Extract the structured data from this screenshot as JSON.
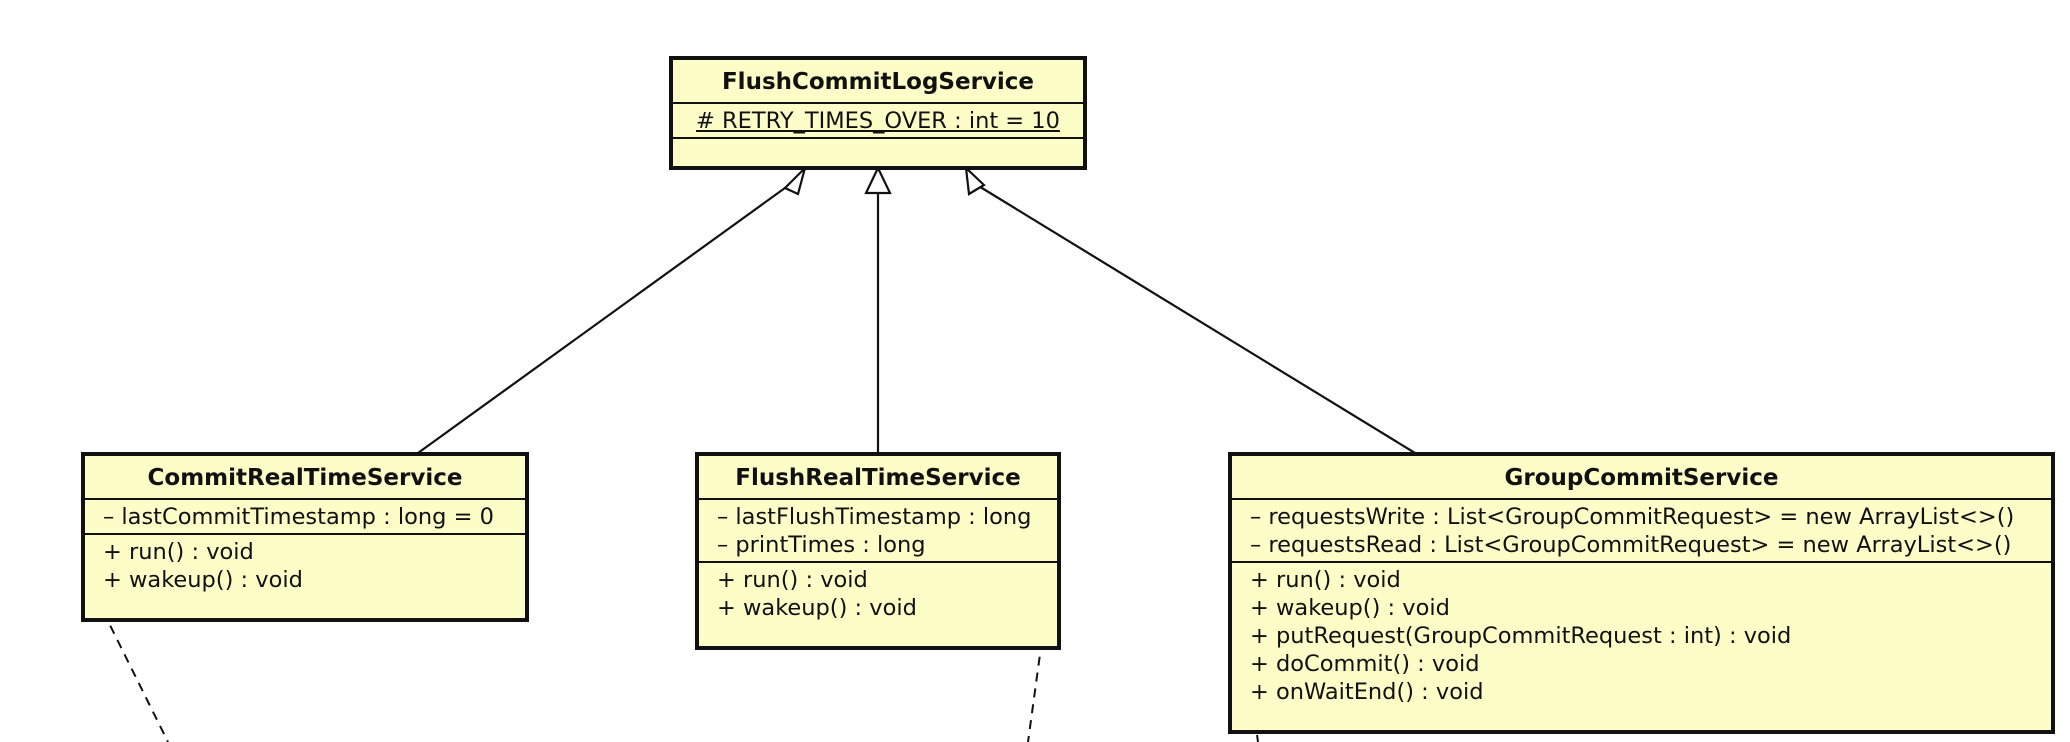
{
  "classes": {
    "flush_commit_log_service": {
      "name": "FlushCommitLogService",
      "attributes": [
        "# RETRY_TIMES_OVER : int = 10"
      ],
      "operations": []
    },
    "commit_real_time_service": {
      "name": "CommitRealTimeService",
      "attributes": [
        "– lastCommitTimestamp : long = 0"
      ],
      "operations": [
        "+ run() : void",
        "+ wakeup() : void"
      ]
    },
    "flush_real_time_service": {
      "name": "FlushRealTimeService",
      "attributes": [
        "– lastFlushTimestamp : long",
        "– printTimes : long"
      ],
      "operations": [
        "+ run() : void",
        "+ wakeup() : void"
      ]
    },
    "group_commit_service": {
      "name": "GroupCommitService",
      "attributes": [
        "– requestsWrite : List<GroupCommitRequest> = new ArrayList<>()",
        "– requestsRead : List<GroupCommitRequest> = new ArrayList<>()"
      ],
      "operations": [
        "+ run() : void",
        "+ wakeup() : void",
        "+ putRequest(GroupCommitRequest : int) : void",
        "+ doCommit() : void",
        "+ onWaitEnd() : void"
      ]
    }
  },
  "relations": [
    {
      "type": "generalization",
      "from": "CommitRealTimeService",
      "to": "FlushCommitLogService"
    },
    {
      "type": "generalization",
      "from": "FlushRealTimeService",
      "to": "FlushCommitLogService"
    },
    {
      "type": "generalization",
      "from": "GroupCommitService",
      "to": "FlushCommitLogService"
    }
  ],
  "colors": {
    "class_fill": "#fdfdc8",
    "line": "#111111"
  }
}
